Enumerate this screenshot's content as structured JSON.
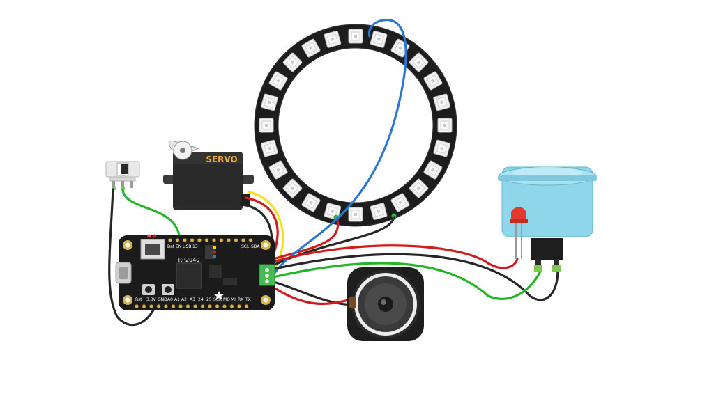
{
  "diagram": {
    "servo": {
      "label": "SERVO"
    },
    "feather": {
      "chip_label": "RP2040",
      "top_pins": [
        "Bat",
        "EN",
        "USB",
        "13"
      ],
      "top_right_pins": [
        "SCL",
        "SDA"
      ],
      "bottom_pins": [
        "Rst",
        "3.3V",
        "GND",
        "A0",
        "A1",
        "A2",
        "A3",
        "24",
        "25",
        "SCK",
        "MO",
        "MI",
        "RX",
        "TX"
      ]
    },
    "neopixel_ring": {
      "pixel_count": 24
    },
    "wire_colors": {
      "red": "#d21c1c",
      "black": "#262626",
      "green": "#22b526",
      "yellow": "#f5e11a",
      "blue": "#2c78d0"
    },
    "button_color": "#8fd6ea",
    "pcb_color": "#1b1b1b"
  }
}
